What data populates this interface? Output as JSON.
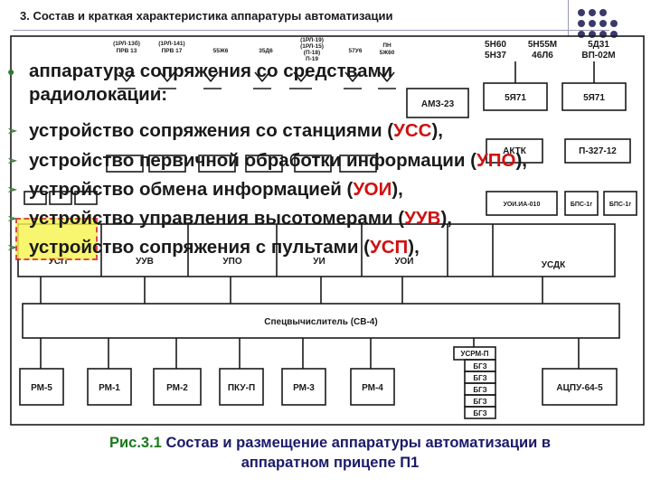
{
  "slide": {
    "title": "3. Состав и краткая характеристика аппаратуры автоматизации",
    "heading_line1": "аппаратура сопряжения со средствами",
    "heading_line2": "радиолокации:",
    "bullets": [
      {
        "text": "устройство сопряжения со станциями (",
        "abbr": "УСС",
        "tail": "),"
      },
      {
        "text": "устройство первичной обработки информации (",
        "abbr": "УПО",
        "tail": "),"
      },
      {
        "text": "устройство обмена информацией (",
        "abbr": "УОИ",
        "tail": "),"
      },
      {
        "text": "устройство управления высотомерами (",
        "abbr": "УУВ",
        "tail": "),"
      },
      {
        "text": "устройство сопряжения с пультами (",
        "abbr": "УСП",
        "tail": "),"
      }
    ],
    "caption_label": "Рис.3.1",
    "caption_line1": "Состав и размещение аппаратуры автоматизации в",
    "caption_line2": "аппаратном прицепе П1"
  },
  "diagram": {
    "antenna_labels": [
      "(1РЛ-13б)\nПРВ 13",
      "(1РЛ-141)\nПРВ 17",
      "55Ж6",
      "35Д6",
      "(1РЛ-19)\n(1РЛ-15)\n(П-18)\nП-19",
      "57У6",
      "ПН\n5Ж60"
    ],
    "top_right_labels": [
      "5Н60\n5Н37",
      "5Н55М\n46Л6",
      "5Д31\nВП-02М"
    ],
    "blocks": {
      "ams": "АМЗ-23",
      "ya71_a": "5Я71",
      "ya71_b": "5Я71",
      "aktk": "АКТК",
      "p3271": "П-327-12",
      "uoi_a010": "УОИ.ИА-010",
      "bps1": "БПС-1г",
      "bps2": "БПС-1г",
      "usp": "УСП",
      "uuv": "УУВ",
      "upo": "УПО",
      "ui": "УИ",
      "uoi": "УОИ",
      "usdk": "УСДК",
      "sv4": "Спецвычислитель (СВ-4)",
      "rm5": "РМ-5",
      "rm1": "РМ-1",
      "rm2": "РМ-2",
      "pku": "ПКУ-П",
      "rm3": "РМ-3",
      "rm4": "РМ-4",
      "usrm": "УСРМ-П",
      "bgz": [
        "БГЗ",
        "БГЗ",
        "БГЗ",
        "БГЗ",
        "БГЗ"
      ],
      "atspu": "АЦПУ-64-5"
    }
  }
}
